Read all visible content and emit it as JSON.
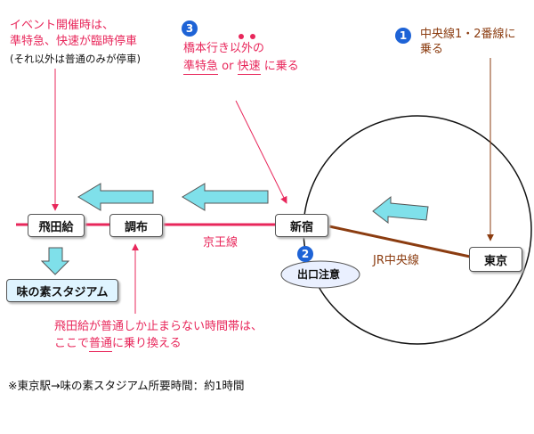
{
  "colors": {
    "keio_line": "#e8275b",
    "jr_line": "#8b3c10",
    "arrow_fill": "#7fe0ea",
    "badge": "#1e63d6",
    "annotation_pink": "#e8275b",
    "annotation_brown": "#8b3c10"
  },
  "stations": {
    "tobitakyu": "飛田給",
    "chofu": "調布",
    "shinjuku": "新宿",
    "tokyo": "東京",
    "stadium": "味の素スタジアム"
  },
  "lines": {
    "keio": "京王線",
    "jr_chuo": "JR中央線"
  },
  "event_note": {
    "line1": "イベント開催時は、",
    "line2": "準特急、快速が臨時停車",
    "line3": "(それ以外は普通のみが停車)"
  },
  "step1": {
    "number": "1",
    "line1": "中央線1・2番線に",
    "line2": "乗る"
  },
  "step2": {
    "number": "2",
    "label": "出口注意"
  },
  "step3": {
    "number": "3",
    "line1": "橋本行き以外の",
    "junkyu": "準特急",
    "or": " or ",
    "kaisoku": "快速",
    "suffix": " に乗る"
  },
  "transfer_note": {
    "line1": "飛田給が普通しか止まらない時間帯は、",
    "prefix": "ここで",
    "futsu": "普通",
    "suffix": "に乗り換える"
  },
  "footer": "※東京駅→味の素スタジアム所要時間：約1時間"
}
